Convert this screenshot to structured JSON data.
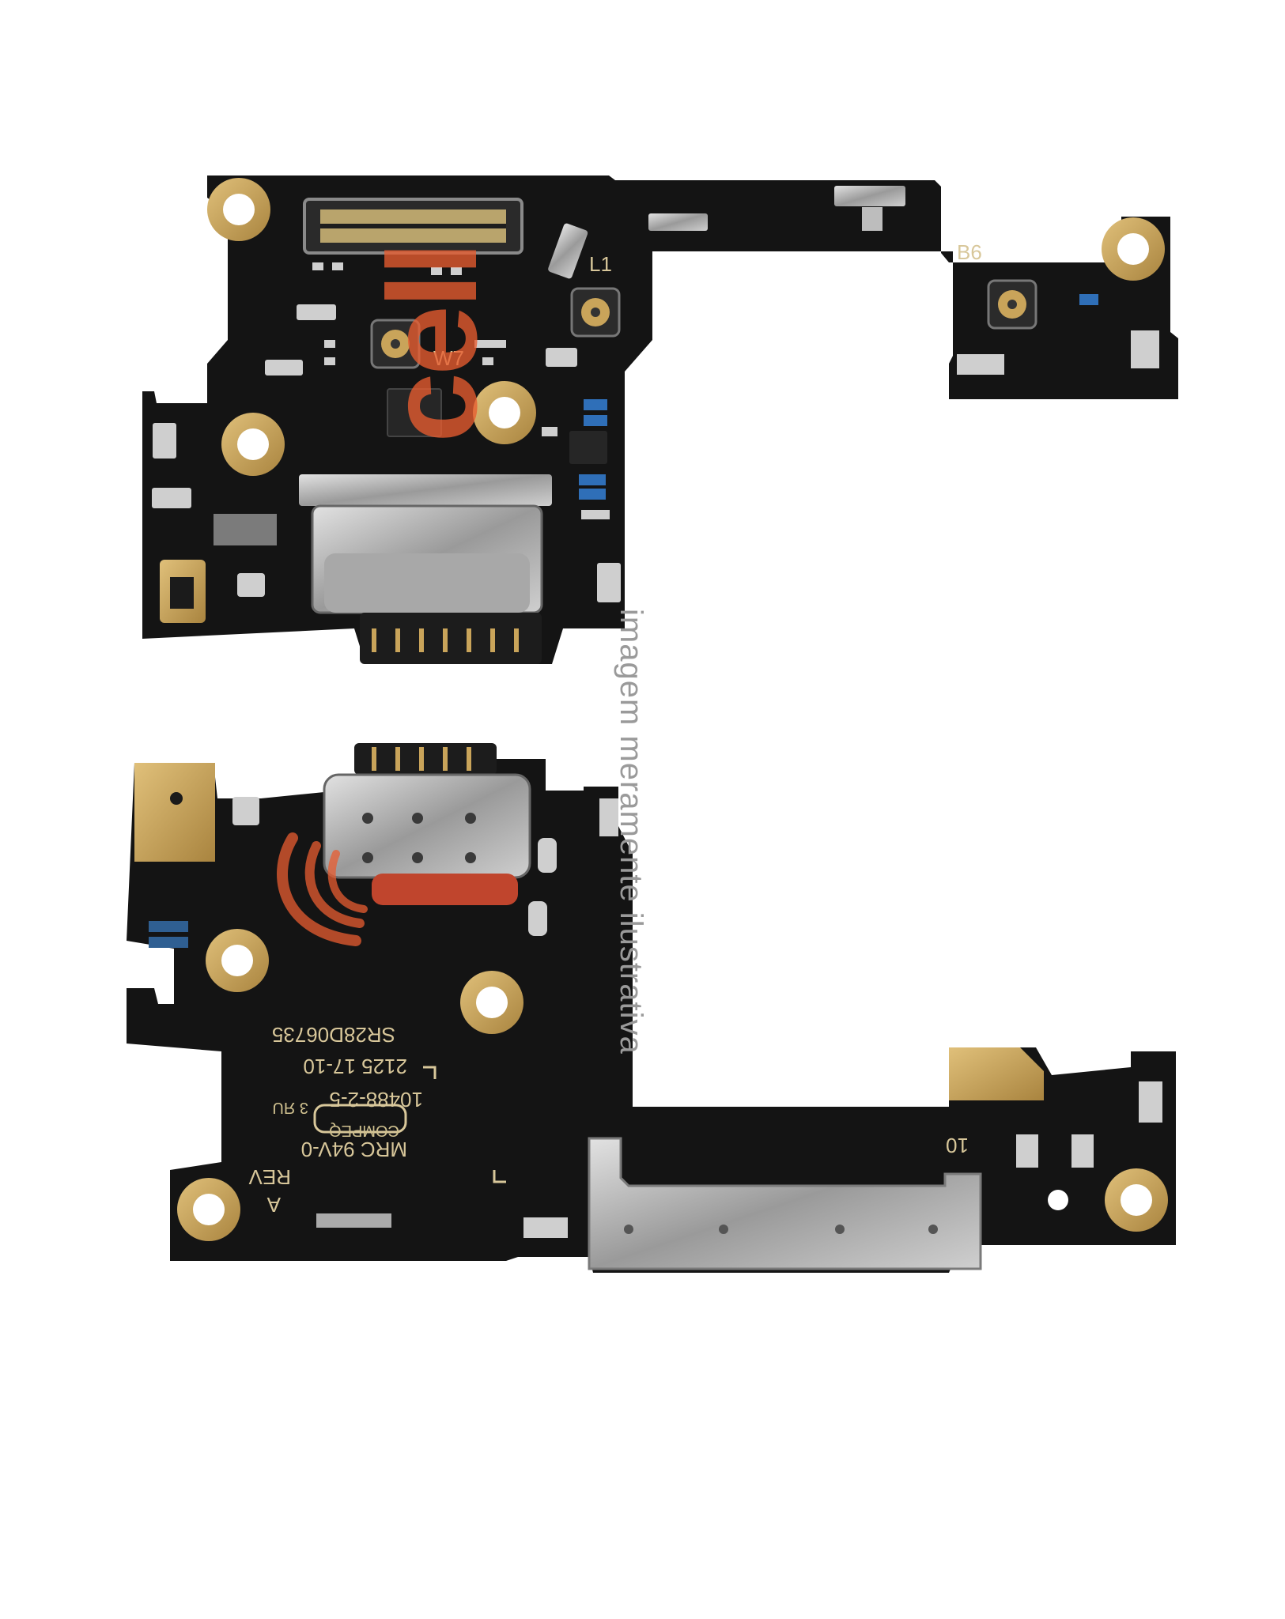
{
  "labels": {
    "l1": "L1",
    "w7": "W7",
    "b6": "B6",
    "serial": "SR28D06735",
    "date_code": "2125 17-10",
    "part_no": "10488-2-5",
    "compeq": "COMPEQ",
    "compeq_sub": "3 ЯU",
    "mrc": "MRC 94V-0",
    "rev": "REV",
    "rev_letter": "A",
    "ten": "10"
  },
  "watermark": {
    "text": "imagem meramente ilustrativa",
    "logo_text": "cell"
  },
  "colors": {
    "pcb": "#141414",
    "gold": "#c9a45a",
    "silver": "#b8b8b8",
    "silk": "#d8c79a",
    "watermark_orange": "#e85c30"
  }
}
